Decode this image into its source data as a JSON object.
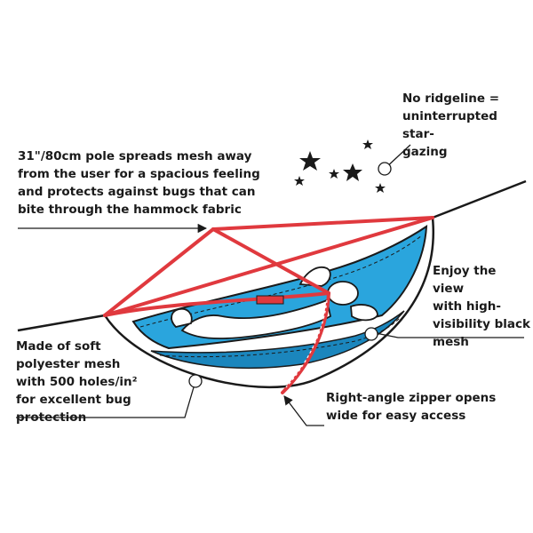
{
  "callouts": {
    "ridgeline": "No ridgeline =\nuninterrupted star-\ngazing",
    "pole": "31\"/80cm pole spreads mesh away\nfrom the user for a spacious feeling\nand protects against bugs that can\nbite through the hammock fabric",
    "view": "Enjoy the view\nwith high-\nvisibility black\nmesh",
    "mesh": "Made of soft\npolyester mesh\nwith 500 holes/in²\nfor excellent bug\nprotection",
    "zipper": "Right-angle zipper opens\nwide for easy access"
  },
  "colors": {
    "pole_red": "#e0393e",
    "fabric_blue": "#2aa5dd",
    "fabric_blue_dark": "#1b86bd",
    "outline": "#1a1a1a",
    "text": "#1a1a1a"
  },
  "icons": [
    "star-icon",
    "marker-circle-icon",
    "arrow-icon"
  ]
}
